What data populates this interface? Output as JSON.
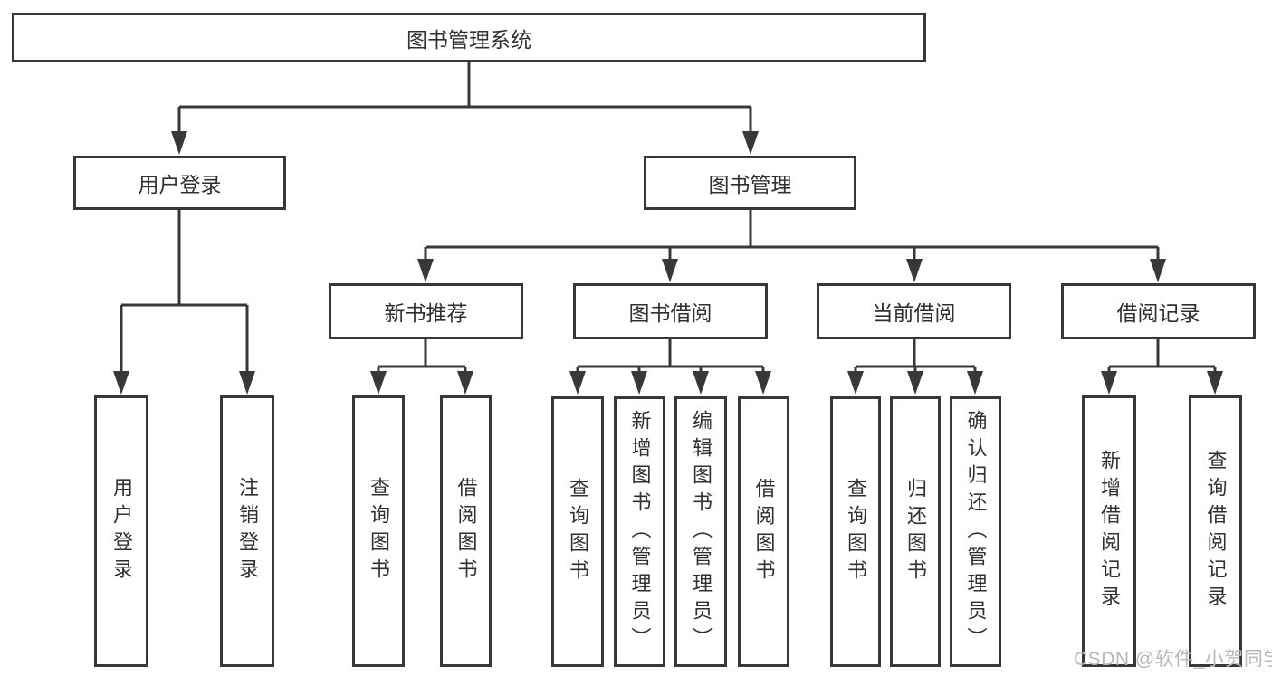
{
  "diagram": {
    "root": {
      "label": "图书管理系统"
    },
    "level2": [
      {
        "label": "用户登录"
      },
      {
        "label": "图书管理"
      }
    ],
    "level3": [
      {
        "label": "新书推荐",
        "parent": "图书管理"
      },
      {
        "label": "图书借阅",
        "parent": "图书管理"
      },
      {
        "label": "当前借阅",
        "parent": "图书管理"
      },
      {
        "label": "借阅记录",
        "parent": "图书管理"
      }
    ],
    "leaves": [
      {
        "label": "用户登录",
        "parent": "用户登录"
      },
      {
        "label": "注销登录",
        "parent": "用户登录"
      },
      {
        "label": "查询图书",
        "parent": "新书推荐"
      },
      {
        "label": "借阅图书",
        "parent": "新书推荐"
      },
      {
        "label": "查询图书",
        "parent": "图书借阅"
      },
      {
        "label": "新增图书（管理员）",
        "parent": "图书借阅"
      },
      {
        "label": "编辑图书（管理员）",
        "parent": "图书借阅"
      },
      {
        "label": "借阅图书",
        "parent": "图书借阅"
      },
      {
        "label": "查询图书",
        "parent": "当前借阅"
      },
      {
        "label": "归还图书",
        "parent": "当前借阅"
      },
      {
        "label": "确认归还（管理员）",
        "parent": "当前借阅"
      },
      {
        "label": "新增借阅记录",
        "parent": "借阅记录"
      },
      {
        "label": "查询借阅记录",
        "parent": "借阅记录"
      }
    ],
    "line_color": "#383838",
    "box_background": "#ffffff",
    "text_color": "#303030"
  },
  "watermark": {
    "text": "CSDN @软件_小贺同学",
    "color": "#b8b8b8"
  }
}
